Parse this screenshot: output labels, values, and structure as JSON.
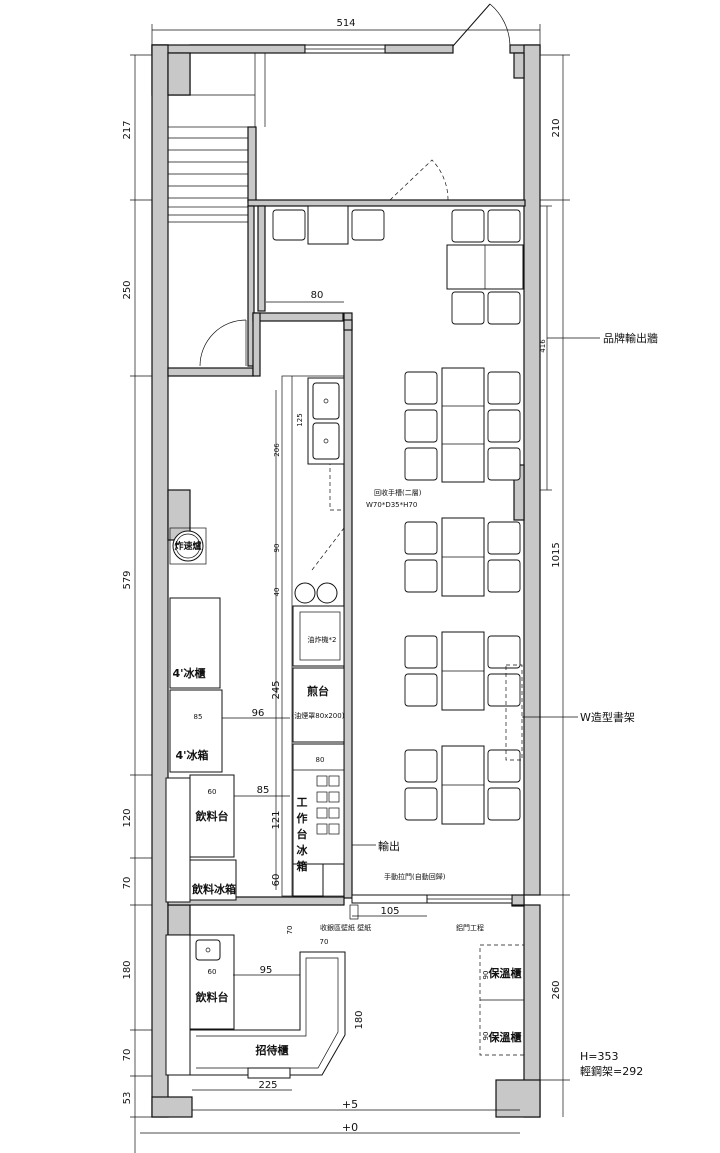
{
  "dimensions": {
    "top_width": "514",
    "left_stair_zone": "217",
    "left_upper_room": "250",
    "left_kitchen": "579",
    "left_drink_counter": "120",
    "left_drink_fridge": "70",
    "left_lower_counter": "180",
    "left_reception": "70",
    "left_bottom": "53",
    "right_entry": "210",
    "right_brand_wall": "416",
    "right_seating": "1015",
    "right_warmer": "260",
    "pass_window": "80",
    "sink_len": "125",
    "kitchen_206": "206",
    "kitchen_90": "90",
    "kitchen_40": "40",
    "griddle_len": "245",
    "fridge_width": "96",
    "fridge_85": "85",
    "counter_85": "85",
    "counter_60a": "60",
    "worktable_121": "121",
    "worktable_80": "80",
    "worktable_60": "60",
    "lower_60": "60",
    "lower_95": "95",
    "lower_70": "70",
    "lower_70v": "70",
    "reception_180": "180",
    "reception_225": "225",
    "door_105": "105",
    "warmer_90a": "90",
    "warmer_90b": "90"
  },
  "labels": {
    "brand_wall": "品牌輸出牆",
    "bookshelf": "W造型書架",
    "fryer": "炸速爐",
    "fridge_4_top": "4'冰櫃",
    "fridge_4_bottom": "4'冰箱",
    "drink_counter": "飲料台",
    "drink_fridge": "飲料冰箱",
    "griddle": "煎台",
    "griddle_note": "(油煙罩80x200)",
    "fryer_pair": "油炸機*2",
    "worktable": [
      "工",
      "作",
      "台",
      "冰",
      "箱"
    ],
    "output": "輸出",
    "handwash": "回收手槽(二層)",
    "handwash_size": "W70*D35*H70",
    "manual_door": "手動拉門(自動回歸)",
    "cashier_wall": "收銀區壁紙 壁紙",
    "door_work": "鋁門工程",
    "lower_drink_counter": "飲料台",
    "reception": "招待櫃",
    "warmer_1": "保溫櫃",
    "warmer_2": "保溫櫃",
    "height": "H=353",
    "steel_frame": "輕鋼架=292",
    "level_plus5": "+5",
    "level_zero": "+0"
  }
}
